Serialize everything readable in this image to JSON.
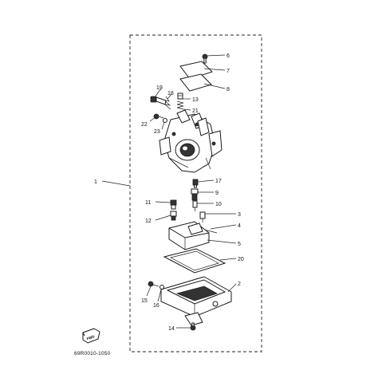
{
  "diagram": {
    "drawing_code": "69R0010-1050",
    "fwd_label": "FWD",
    "callouts": {
      "c1": "1",
      "c2": "2",
      "c3": "3",
      "c4": "4",
      "c5": "5",
      "c6": "6",
      "c7": "7",
      "c8": "8",
      "c9": "9",
      "c10": "10",
      "c11": "11",
      "c12": "12",
      "c13": "13",
      "c14": "14",
      "c15": "15",
      "c16": "16",
      "c17": "17",
      "c18": "18",
      "c19": "19",
      "c20": "20",
      "c21": "21",
      "c22": "22",
      "c23": "23"
    }
  }
}
